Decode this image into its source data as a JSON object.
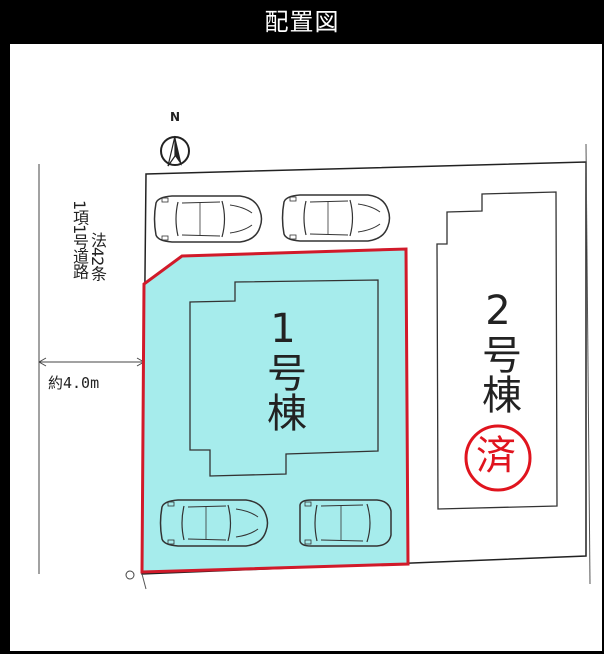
{
  "header": {
    "title": "配置図"
  },
  "compass": {
    "north_label": "N"
  },
  "road": {
    "type_col1": "1項1号道路",
    "type_col2": "法42条",
    "width_label": "約4.0m"
  },
  "lots": [
    {
      "name": "1号棟",
      "fill": "#a6ecec",
      "outline": "#d11a2a"
    },
    {
      "name": "2号棟",
      "status": "済",
      "status_color": "#e0141e"
    }
  ],
  "colors": {
    "background": "#000000",
    "lot1_fill": "#a6ecec",
    "lot1_outline": "#d11a2a",
    "sold_stamp": "#e0141e"
  }
}
